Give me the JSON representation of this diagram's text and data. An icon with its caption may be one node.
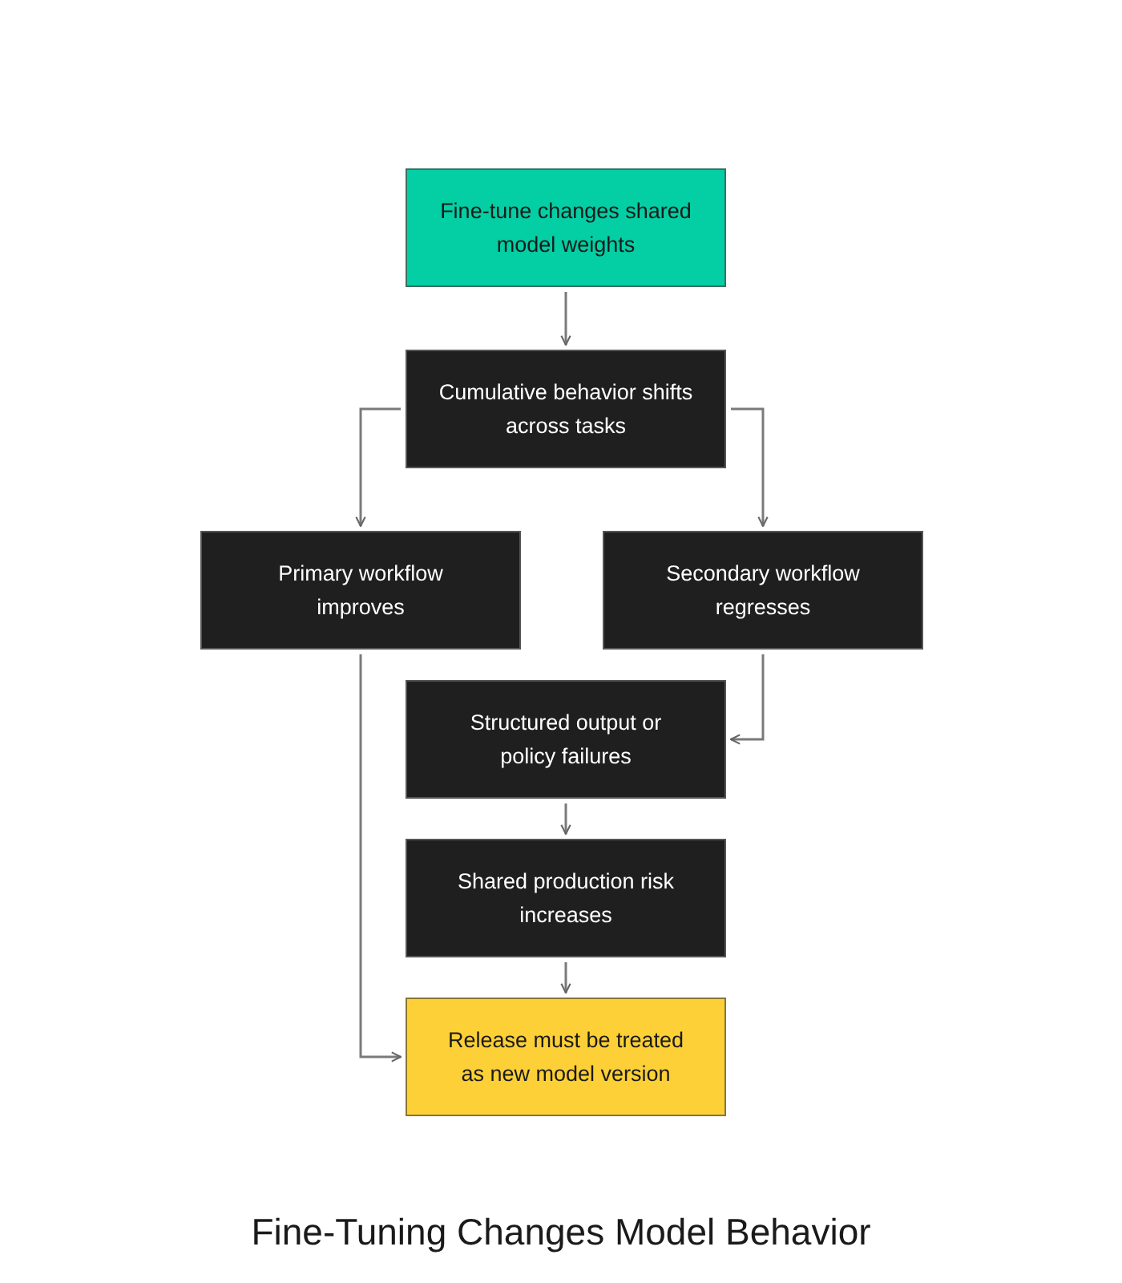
{
  "diagram": {
    "title": "Fine-Tuning Changes Model Behavior",
    "nodes": [
      {
        "text": [
          "Fine-tune changes shared model weights"
        ]
      },
      {
        "text": [
          "Cumulative behavior shifts across tasks"
        ]
      },
      {
        "text": [
          "Primary workflow improves"
        ]
      },
      {
        "text": [
          "Secondary workflow regresses"
        ]
      },
      {
        "text": [
          "Structured output or policy failures"
        ]
      },
      {
        "text": [
          "Shared production risk increases"
        ]
      },
      {
        "text": [
          "Release must be treated as new model version"
        ]
      }
    ],
    "edges": [
      {
        "from": 0,
        "to": 1,
        "arrow": "to"
      },
      {
        "from": 1,
        "to": 2,
        "arrow": "to"
      },
      {
        "from": 1,
        "to": 3,
        "arrow": "to"
      },
      {
        "from": 3,
        "to": 4,
        "arrow": "to"
      },
      {
        "from": 4,
        "to": 5,
        "arrow": "to"
      },
      {
        "from": 5,
        "to": 6,
        "arrow": "to"
      },
      {
        "from": 2,
        "to": 6,
        "arrow": "to"
      }
    ]
  }
}
